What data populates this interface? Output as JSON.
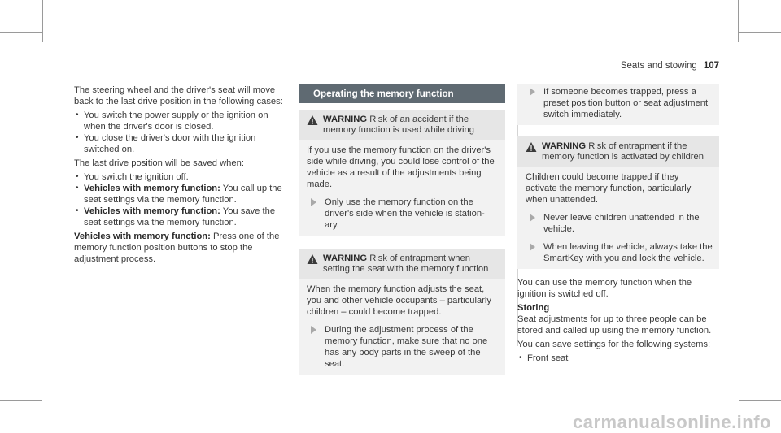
{
  "header": {
    "section": "Seats and stowing",
    "page_number": "107"
  },
  "col1": {
    "intro": "The steering wheel and the driver's seat will move back to the last drive position in the following cases:",
    "cases": [
      "You switch the power supply or the ignition on when the driver's door is closed.",
      "You close the driver's door with the ignition switched on."
    ],
    "saved_intro": "The last drive position will be saved when:",
    "saved_items": [
      {
        "bold": "",
        "text": "You switch the ignition off."
      },
      {
        "bold": "Vehicles with memory function:",
        "text": "You call up the seat settings via the memory function."
      },
      {
        "bold": "Vehicles with memory function:",
        "text": "You save the seat settings via the memory function."
      }
    ],
    "closing_bold": "Vehicles with memory function:",
    "closing_text": "Press one of the memory function position buttons to stop the adjustment process."
  },
  "col2": {
    "heading": "Operating the memory function",
    "warning1": {
      "label": "WARNING",
      "title": "Risk of an accident if the memory function is used while driving",
      "body": "If you use the memory function on the driver's side while driving, you could lose control of the vehicle as a result of the adjustments being made.",
      "step": "Only use the memory function on the driver's side when the vehicle is station-ary."
    },
    "warning2": {
      "label": "WARNING",
      "title": "Risk of entrapment when setting the seat with the memory function",
      "body": "When the memory function adjusts the seat, you and other vehicle occupants – particularly children – could become trapped.",
      "step": "During the adjustment process of the memory function, make sure that no one has any body parts in the sweep of the seat."
    }
  },
  "col3": {
    "prev_step": "If someone becomes trapped, press a preset position button or seat adjustment switch immediately.",
    "warning3": {
      "label": "WARNING",
      "title": "Risk of entrapment if the memory function is activated by children",
      "body": "Children could become trapped if they activate the memory function, particularly when unattended.",
      "steps": [
        "Never leave children unattended in the vehicle.",
        "When leaving the vehicle, always take the SmartKey with you and lock the vehicle."
      ]
    },
    "para1": "You can use the memory function when the ignition is switched off.",
    "storing_heading": "Storing",
    "storing_text": "Seat adjustments for up to three people can be stored and called up using the memory function.",
    "systems_intro": "You can save settings for the following systems:",
    "systems": [
      "Front seat"
    ]
  },
  "watermark": "carmanualsonline.info",
  "colors": {
    "heading_bg": "#5f6a72",
    "warning_bg": "#e6e6e6",
    "body_bg": "#f2f2f2"
  }
}
